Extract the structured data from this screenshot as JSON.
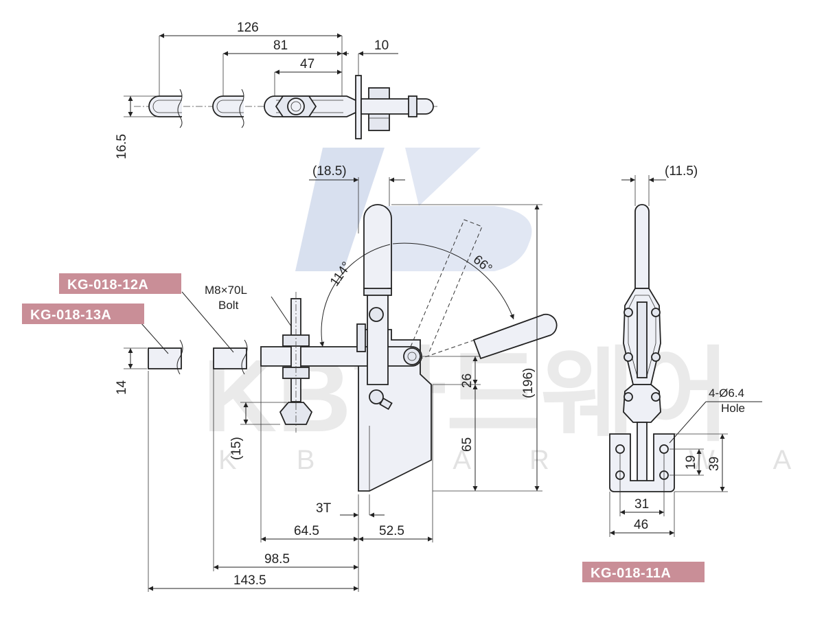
{
  "watermark": {
    "logo": "KB",
    "brand": "KB하드웨어",
    "subtitle": "K B   H A R D W A R E"
  },
  "colors": {
    "tag_fill": "#c98e97",
    "watermark_blue": "#b8c6e2",
    "part_fill": "#eef0f6",
    "line": "#222222"
  },
  "tags": {
    "kg_12a": "KG-018-12A",
    "kg_13a": "KG-018-13A",
    "kg_11a": "KG-018-11A"
  },
  "notes": {
    "bolt_spec": "M8×70L",
    "bolt_word": "Bolt",
    "hole_spec": "4-Ø6.4",
    "hole_word": "Hole"
  },
  "dims": {
    "d126": "126",
    "d81": "81",
    "d47": "47",
    "d10": "10",
    "d16_5": "16.5",
    "d18_5": "(18.5)",
    "d114": "114°",
    "d66": "66°",
    "d196": "(196)",
    "d26": "26",
    "d65": "65",
    "d15": "(15)",
    "d14": "14",
    "d3t": "3T",
    "d64_5": "64.5",
    "d52_5": "52.5",
    "d98_5": "98.5",
    "d143_5": "143.5",
    "d11_5": "(11.5)",
    "d19": "19",
    "d39": "39",
    "d31": "31",
    "d46": "46"
  }
}
